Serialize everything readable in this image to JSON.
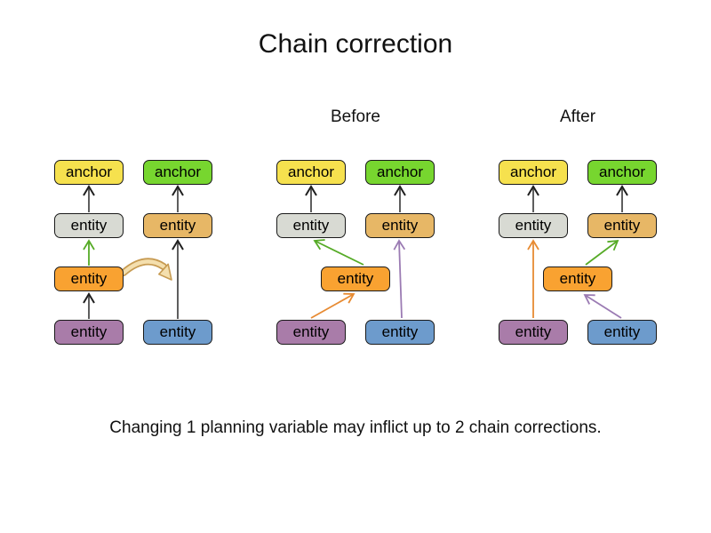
{
  "title": "Chain correction",
  "subtitles": {
    "before": "Before",
    "after": "After"
  },
  "caption": "Changing 1 planning variable may inflict up to 2 chain corrections.",
  "node_labels": {
    "anchor": "anchor",
    "entity": "entity"
  },
  "colors": {
    "anchor_yellow": "#F6E14E",
    "anchor_green": "#77D62F",
    "entity_gray": "#D8DAD3",
    "entity_tan": "#E7B766",
    "entity_orange": "#F9A231",
    "entity_purple": "#A97CA9",
    "entity_blue": "#6D9BCC",
    "node_border": "#1A1A1A",
    "arrow_gray_shaft": "#5E5E5E",
    "arrow_head_dark": "#1F1F1F",
    "arrow_green": "#56AB27",
    "arrow_orange": "#E78B33",
    "arrow_purple": "#9B7BB3",
    "move_arrow_fill": "#F4DFAE",
    "move_arrow_outline": "#C79B52",
    "background": "#FFFFFF",
    "text": "#000000"
  }
}
